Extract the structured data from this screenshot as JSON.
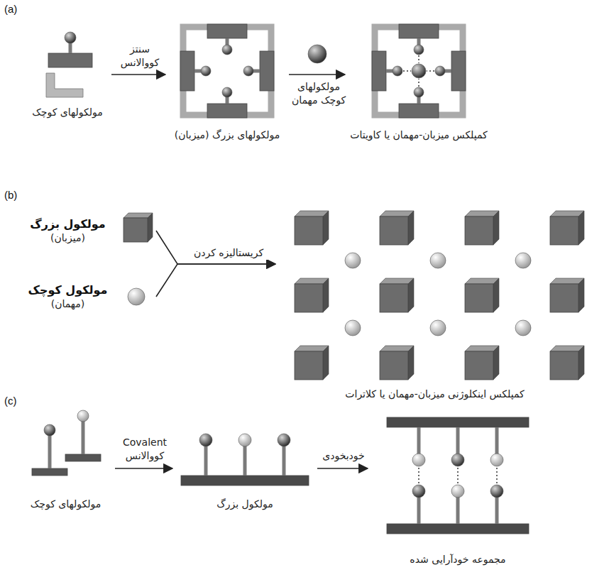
{
  "diagram": {
    "nodes": [
      {
        "text": [
          "مولکولهای کوچک"
        ]
      },
      {
        "text": [
          "مولکولهای بزرگ (میزبان)"
        ]
      },
      {
        "text": [
          "کمپلکس میزبان-مهمان یا کاویتات"
        ]
      },
      {
        "text": [
          "مولکول بزرگ",
          "(میزبان)"
        ]
      },
      {
        "text": [
          "مولکول کوچک",
          "(مهمان)"
        ]
      },
      {
        "text": [
          "کمپلکس اینکلوژنی میزبان-مهمان یا کلاترات"
        ]
      },
      {
        "text": [
          "مولکولهای کوچک"
        ]
      },
      {
        "text": [
          "مولکول بزرگ"
        ]
      },
      {
        "text": [
          "مجموعه خودآرایی شده"
        ]
      }
    ],
    "edges": [
      {
        "from": 0,
        "to": 1,
        "arrow": "to",
        "label": "سنتز کووالانس"
      },
      {
        "from": 1,
        "to": 2,
        "arrow": "to",
        "label": "مولکولهای کوچک مهمان"
      },
      {
        "from": 3,
        "to": 5,
        "arrow": "to",
        "label": "کریستالیزه کردن"
      },
      {
        "from": 4,
        "to": 5,
        "arrow": "to"
      },
      {
        "from": 6,
        "to": 7,
        "arrow": "to",
        "label": "Covalent کووالانس"
      },
      {
        "from": 7,
        "to": 8,
        "arrow": "to",
        "label": "خودبخودی"
      }
    ],
    "labels": [
      "(a)",
      "(b)",
      "(c)"
    ]
  }
}
